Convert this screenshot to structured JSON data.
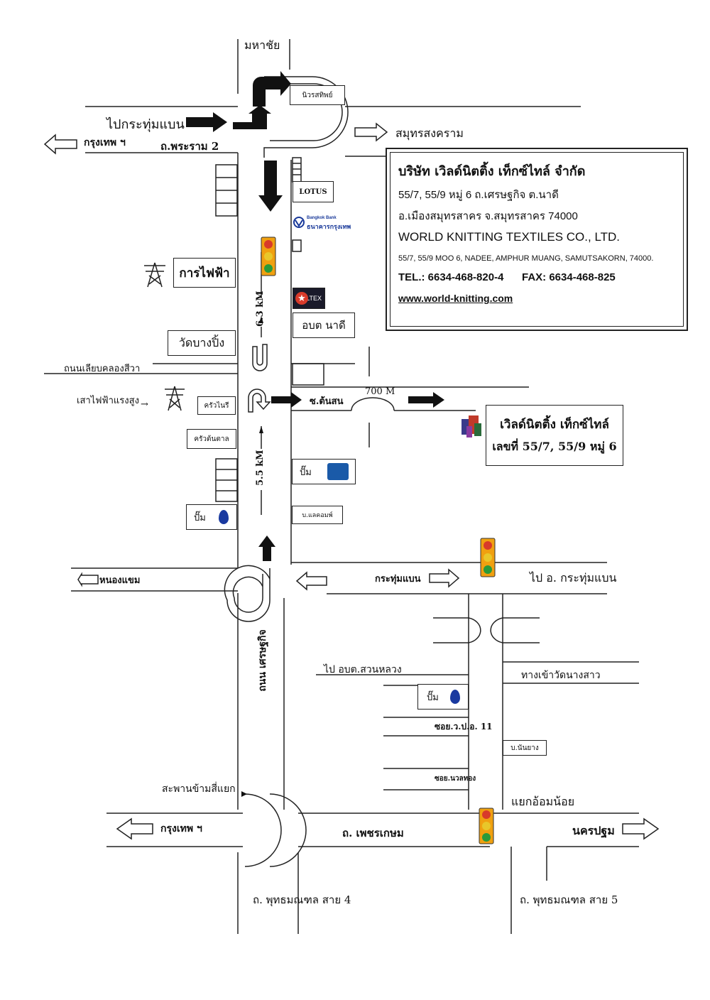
{
  "labels": {
    "mahachai": "มหาชัย",
    "niwasathip": "นิวรสทิพย์",
    "to_krathumbaen_left": "ไปกระทุ่มแบน",
    "samut_songkhram": "สมุทรสงคราม",
    "bangkok_top": "กรุงเทพ ฯ",
    "rama2": "ถ.พระราม 2",
    "lotus": "LOTUS",
    "bangkok_bank_en": "Bangkok Bank",
    "bangkok_bank_th": "ธนาคารกรุงเทพ",
    "electricity": "การไฟฟ้า",
    "caltex": "CALTEX",
    "obt_nadi": "อบต นาดี",
    "dist_6_3": "6.3 kM",
    "wat_bang_ping": "วัดบางปิ้ง",
    "klong_siwa": "ถนนเลียบคลองสีวา",
    "high_voltage": "เสาไฟฟ้าแรงสูง",
    "krua_nomi": "ครัวไนรี",
    "soi_tonson": "ซ.ต้นสน",
    "dist_700": "700 M",
    "krua_tontan": "ครัวต้นตาล",
    "dist_5_5": "5.5 kM",
    "pump_bangchak": "ปั๊ม",
    "pump_ptt_left": "ปั๊ม",
    "bor_lacom": "บ.แลคอมพ์",
    "nong_khaem": "หนองแขม",
    "krathumbaen_mid": "กระทุ่มแบน",
    "to_amphoe_krathumbaen": "ไป อ. กระทุ่มแบน",
    "sethakit_road": "ถนน เศรษฐกิจ",
    "to_obt_suanluang": "ไป อบต.สวนหลวง",
    "wat_nangsao": "ทางเข้าวัดนางสาว",
    "pump_ptt_lower": "ปั๊ม",
    "soi_11": "ซอย.ว.ป.อ. 11",
    "bor_nanyang": "บ.นันยาง",
    "soi_nualthong": "ซอย.นวลทอง",
    "bridge": "สะพานข้ามสี่แยก",
    "om_noi": "แยกอ้อมน้อย",
    "bangkok_bottom": "กรุงเทพ ฯ",
    "phetkasem": "ถ. เพชรเกษม",
    "nakhon_pathom": "นครปฐม",
    "phutthamonthon4": "ถ. พุทธมณฑล สาย 4",
    "phutthamonthon5": "ถ. พุทธมณฑล สาย 5"
  },
  "company": {
    "name_th": "บริษัท เวิลด์นิตติ้ง เท็กซ์ไทล์ จำกัด",
    "addr_th_1": "55/7, 55/9 หมู่ 6 ถ.เศรษฐกิจ ต.นาดี",
    "addr_th_2": "อ.เมืองสมุทรสาคร จ.สมุทรสาคร 74000",
    "name_en": "WORLD KNITTING TEXTILES CO., LTD.",
    "addr_en": "55/7, 55/9 MOO 6, NADEE, AMPHUR MUANG, SAMUTSAKORN, 74000.",
    "tel": "TEL.: 6634-468-820-4",
    "fax": "FAX: 6634-468-825",
    "website": "www.world-knitting.com"
  },
  "destination": {
    "name": "เวิลด์นิตติ้ง เท็กซ์ไทล์",
    "number": "เลขที่ 55/7, 55/9 หมู่ 6"
  },
  "colors": {
    "road": "#222222",
    "light_red": "#d83a2a",
    "light_yellow": "#e8c72a",
    "light_green": "#2a9a3a",
    "light_body": "#f0a010",
    "caltex_bg": "#1a1a2a",
    "bangkok_bank": "#1a3a9a",
    "bangchak": "#1a5aa8",
    "ptt": "#1a3aa0"
  }
}
